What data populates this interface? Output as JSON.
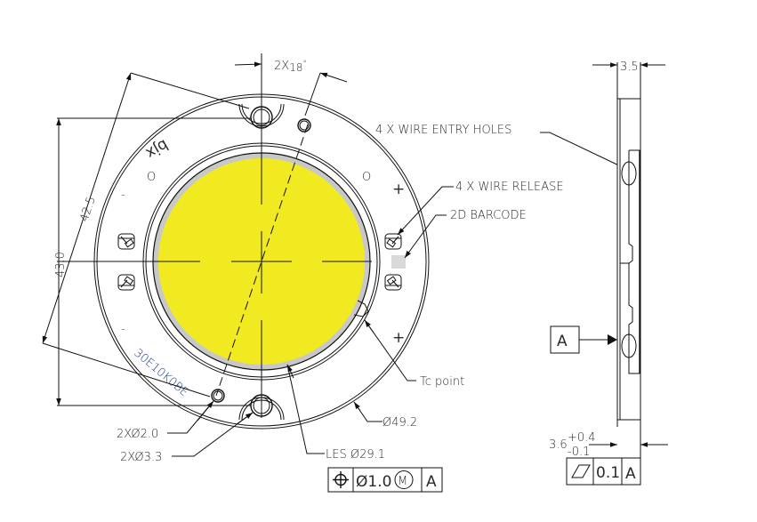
{
  "drawing": {
    "colors": {
      "les_fill": "#f2ea20",
      "les_ring": "#c8c8c8",
      "barcode": "#d9d9d9",
      "line": "#111111",
      "text": "#2a2a2a"
    },
    "front_view": {
      "dim_angle": "2X18°",
      "dim_angle_prefix": "2X",
      "dim_angle_value": "18",
      "dim_angle_unit": "°",
      "dim_height_43": "43.0",
      "dim_diag_42_5": "42.5",
      "outer_diameter": "Ø49.2",
      "hole_small": "2XØ2.0",
      "hole_large": "2XØ3.3",
      "les_label": "LES Ø29.1",
      "marking_text": "30E10K0BE",
      "logo_text": "bjx",
      "polarity_minus": "-",
      "polarity_plus": "+",
      "polarity_o": "O",
      "position_tolerance": {
        "symbol": "position-icon",
        "value": "Ø1.0",
        "modifier": "M",
        "datum": "A"
      }
    },
    "callouts": {
      "wire_entry": "4 X WIRE ENTRY HOLES",
      "wire_release": "4 X WIRE RELEASE",
      "barcode": "2D BARCODE",
      "tc_point": "Tc point"
    },
    "side_view": {
      "width_dim": "3.5",
      "thickness_dim": "3.6",
      "tol_plus": "+0.4",
      "tol_minus": "-0.1",
      "datum_label": "A",
      "flatness_tolerance": {
        "symbol": "flatness-icon",
        "value": "0.1",
        "datum": "A"
      }
    }
  }
}
